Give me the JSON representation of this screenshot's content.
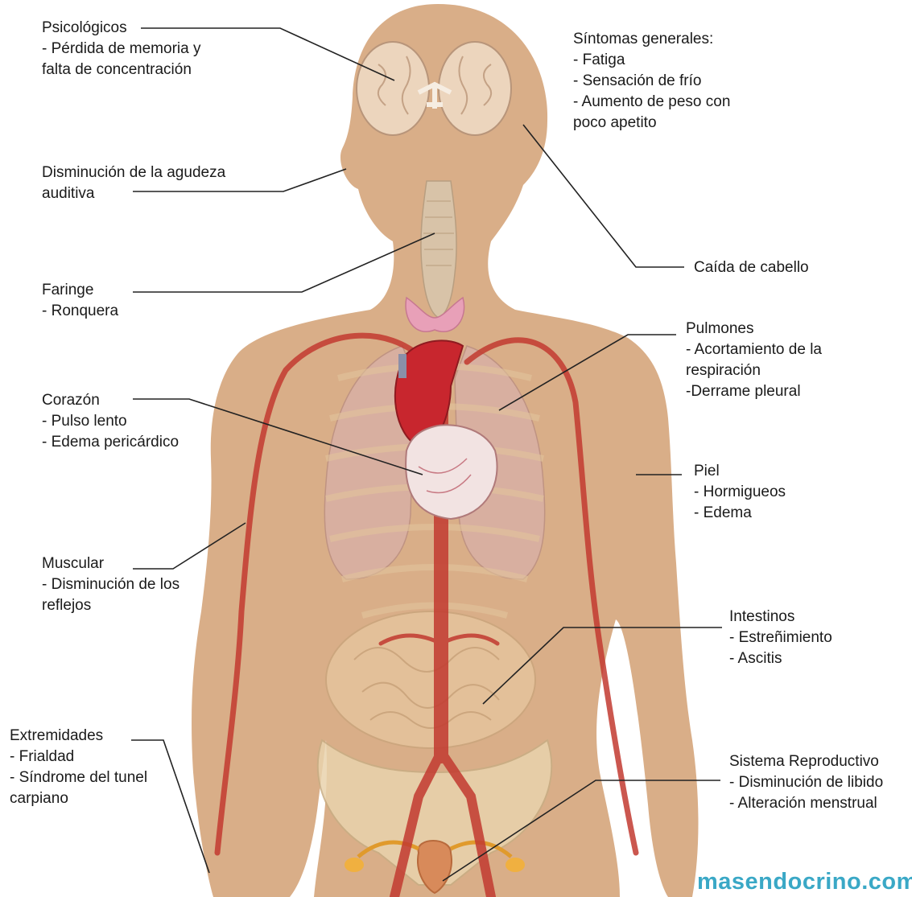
{
  "labels": {
    "psicologicos": {
      "title": "Psicológicos",
      "lines": [
        "- Pérdida de memoria y",
        "falta de concentración"
      ]
    },
    "sintomas": {
      "title": "Síntomas generales:",
      "lines": [
        "- Fatiga",
        "- Sensación de frío",
        "- Aumento de peso con",
        "poco apetito"
      ]
    },
    "auditiva": {
      "title": "Disminución de la agudeza",
      "lines": [
        "auditiva"
      ]
    },
    "cabello": {
      "title": "Caída de cabello",
      "lines": []
    },
    "faringe": {
      "title": "Faringe",
      "lines": [
        "- Ronquera"
      ]
    },
    "pulmones": {
      "title": "Pulmones",
      "lines": [
        "- Acortamiento de la",
        "respiración",
        "-Derrame pleural"
      ]
    },
    "corazon": {
      "title": "Corazón",
      "lines": [
        "- Pulso lento",
        "- Edema pericárdico"
      ]
    },
    "piel": {
      "title": "Piel",
      "lines": [
        "- Hormigueos",
        "- Edema"
      ]
    },
    "muscular": {
      "title": "Muscular",
      "lines": [
        "- Disminución de los",
        "reflejos"
      ]
    },
    "intestinos": {
      "title": "Intestinos",
      "lines": [
        "- Estreñimiento",
        "- Ascitis"
      ]
    },
    "extremidades": {
      "title": "Extremidades",
      "lines": [
        "- Frialdad",
        "- Síndrome del tunel",
        "carpiano"
      ]
    },
    "reproductivo": {
      "title": "Sistema Reproductivo",
      "lines": [
        "- Disminución de libido",
        "- Alteración menstrual"
      ]
    }
  },
  "watermark": "masendocrino.com",
  "colors": {
    "skin": "#d9ae88",
    "artery": "#c23a30",
    "organ": "#e8c9a3",
    "lung": "#d8b0a8",
    "heart": "#c8262e",
    "thyroid": "#e8a0b8",
    "leader": "#222222",
    "watermark": "#3aa8c6"
  }
}
